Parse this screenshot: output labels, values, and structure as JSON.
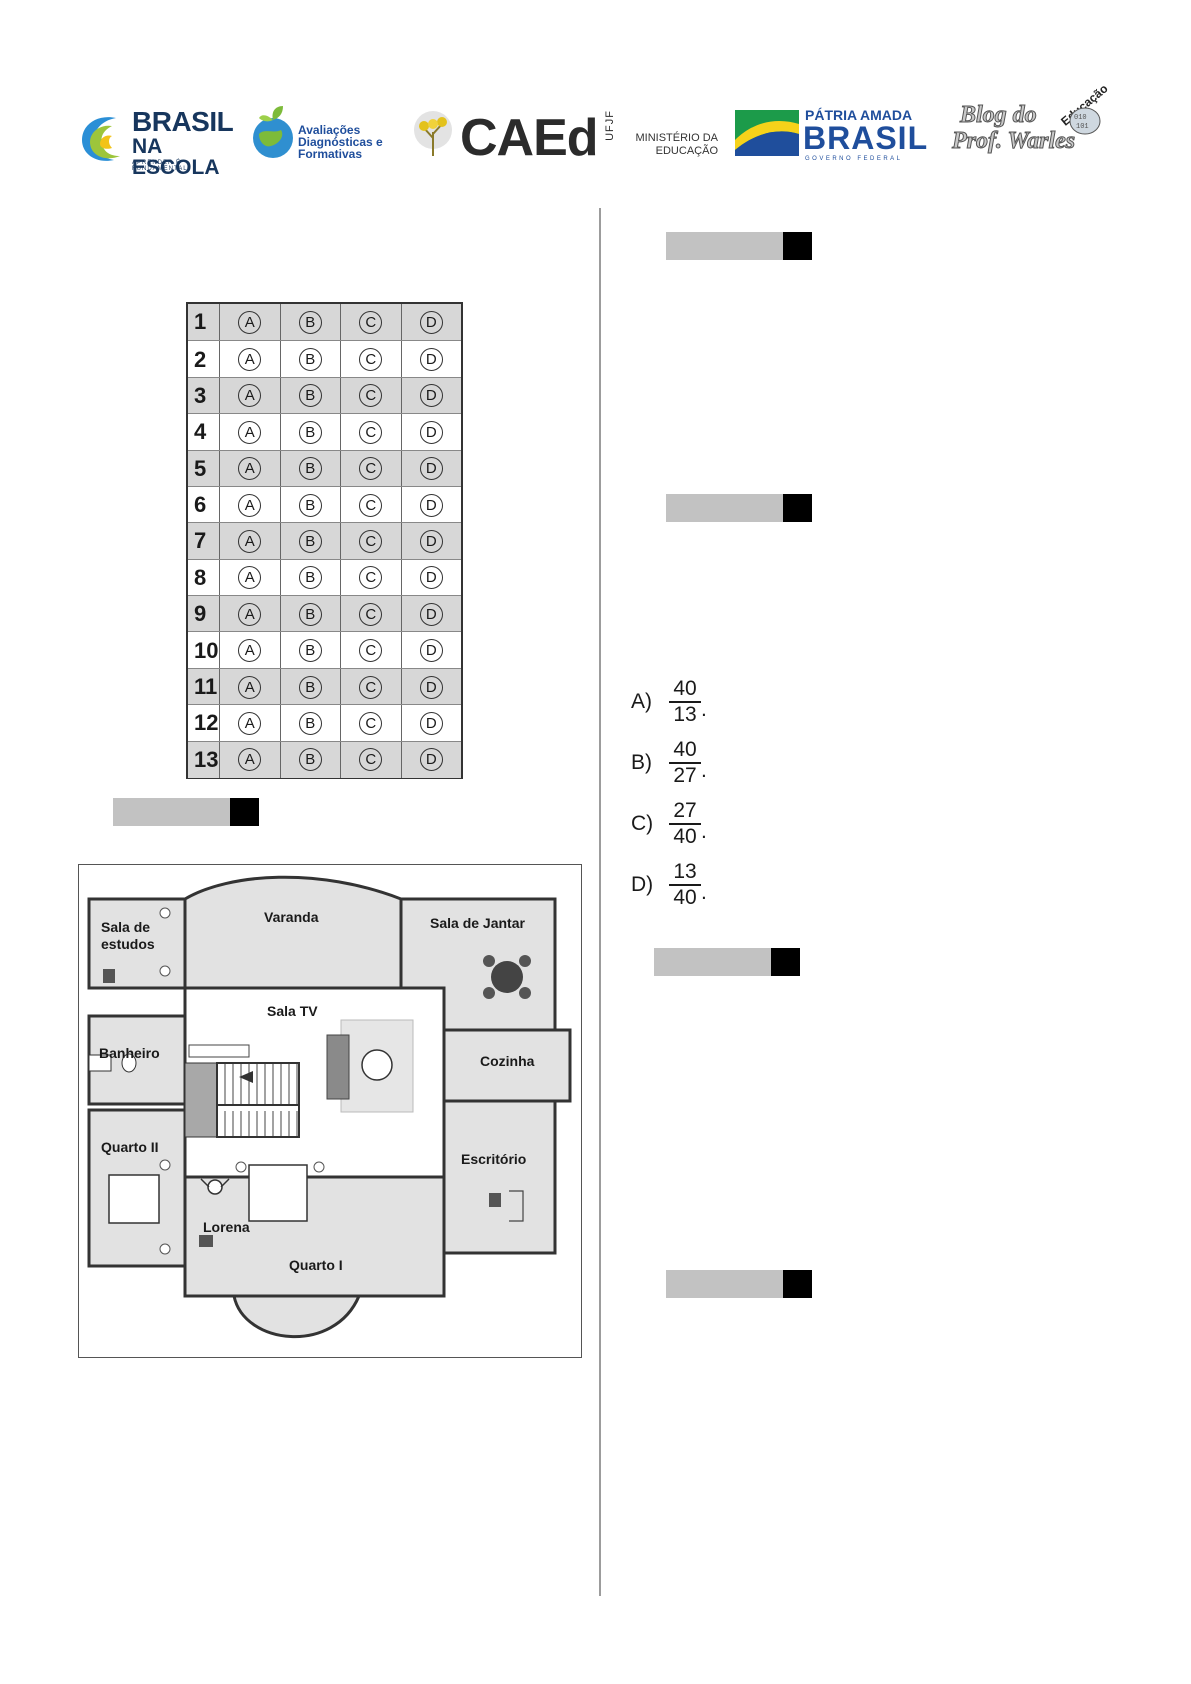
{
  "header": {
    "logos": [
      {
        "name": "brasil-na-escola",
        "line1": "BRASIL",
        "line2": "NA ESCOLA",
        "tagline": "APRENDER É FUNDAMENTAL"
      },
      {
        "name": "avaliacoes",
        "lines": [
          "Avaliações",
          "Diagnósticas e",
          "Formativas"
        ]
      },
      {
        "name": "caed",
        "text": "CAEd",
        "side": "UFJF"
      },
      {
        "name": "ministerio",
        "lines": [
          "MINISTÉRIO DA",
          "EDUCAÇÃO"
        ]
      },
      {
        "name": "patria-amada",
        "line1": "PÁTRIA AMADA",
        "line2": "BRASIL",
        "line3": "GOVERNO FEDERAL"
      },
      {
        "name": "blog",
        "line1": "Blog do",
        "line2": "Prof. Warles",
        "badge": "Educação"
      }
    ]
  },
  "answer_grid": {
    "options": [
      "A",
      "B",
      "C",
      "D"
    ],
    "rows": [
      "1",
      "2",
      "3",
      "4",
      "5",
      "6",
      "7",
      "8",
      "9",
      "10",
      "11",
      "12",
      "13"
    ]
  },
  "floor_plan": {
    "rooms": [
      "Sala de estudos",
      "Varanda",
      "Sala de Jantar",
      "Sala TV",
      "Banheiro",
      "Cozinha",
      "Quarto II",
      "Escritório",
      "Lorena",
      "Quarto I"
    ]
  },
  "options": [
    {
      "letter": "A)",
      "num": "40",
      "den": "13"
    },
    {
      "letter": "B)",
      "num": "40",
      "den": "27"
    },
    {
      "letter": "C)",
      "num": "27",
      "den": "40"
    },
    {
      "letter": "D)",
      "num": "13",
      "den": "40"
    }
  ],
  "colors": {
    "marker_gray": "#c2c2c2",
    "marker_black": "#000000",
    "row_shade": "#d7d7d7",
    "plan_floor": "#e2e2e2"
  }
}
